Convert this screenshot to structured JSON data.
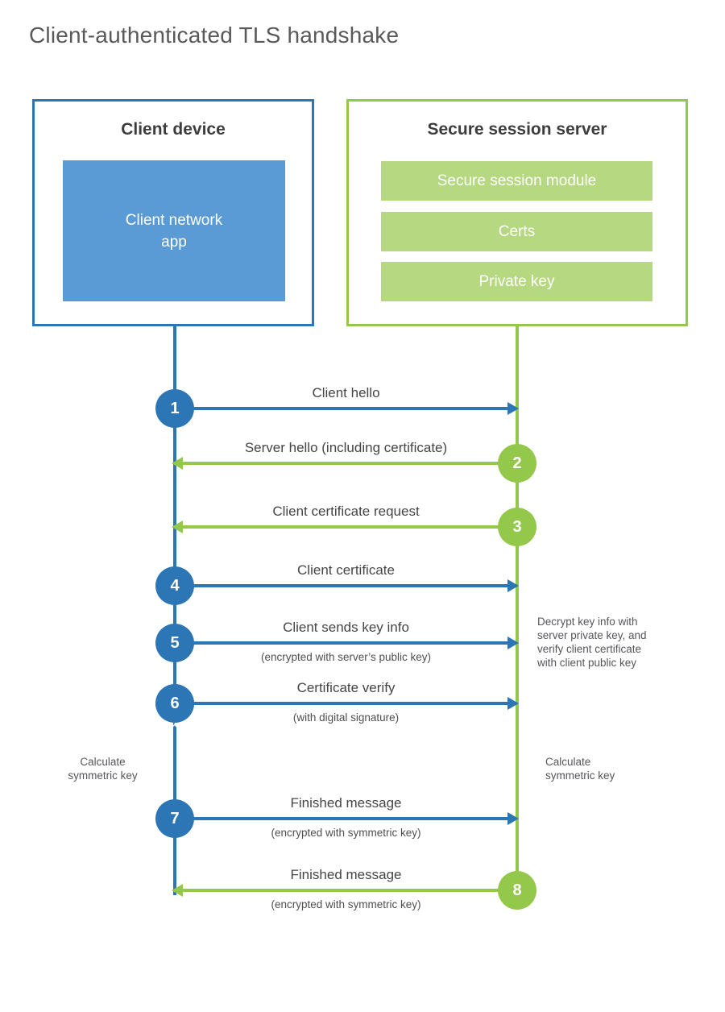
{
  "title": "Client-authenticated TLS handshake",
  "colors": {
    "client_blue": "#2d76b5",
    "client_module_blue": "#5b9bd5",
    "server_green": "#94c84b",
    "server_module_green": "#b5d880",
    "title_gray": "#58595b",
    "heading_dark": "#3d3d3f",
    "label_gray": "#454547"
  },
  "client": {
    "title": "Client device",
    "module": "Client network\napp"
  },
  "server": {
    "title": "Secure session server",
    "modules": [
      "Secure session module",
      "Certs",
      "Private key"
    ]
  },
  "steps": [
    {
      "num": "1",
      "from": "client",
      "to": "server",
      "direction": "right",
      "label": "Client hello",
      "sub": ""
    },
    {
      "num": "2",
      "from": "server",
      "to": "client",
      "direction": "left",
      "label": "Server hello (including certificate)",
      "sub": ""
    },
    {
      "num": "3",
      "from": "server",
      "to": "client",
      "direction": "left",
      "label": "Client certificate request",
      "sub": ""
    },
    {
      "num": "4",
      "from": "client",
      "to": "server",
      "direction": "right",
      "label": "Client certificate",
      "sub": ""
    },
    {
      "num": "5",
      "from": "client",
      "to": "server",
      "direction": "right",
      "label": "Client sends key info",
      "sub": "(encrypted with server’s public key)"
    },
    {
      "num": "6",
      "from": "client",
      "to": "server",
      "direction": "right",
      "label": "Certificate verify",
      "sub": "(with digital signature)"
    },
    {
      "num": "7",
      "from": "client",
      "to": "server",
      "direction": "right",
      "label": "Finished message",
      "sub": "(encrypted with symmetric key)"
    },
    {
      "num": "8",
      "from": "server",
      "to": "client",
      "direction": "left",
      "label": "Finished message",
      "sub": "(encrypted with symmetric key)"
    }
  ],
  "notes": {
    "decrypt": "Decrypt key info with\nserver private key, and\nverify client certificate\nwith client public key",
    "calc_left": "Calculate\nsymmetric key",
    "calc_right": "Calculate\nsymmetric key"
  }
}
